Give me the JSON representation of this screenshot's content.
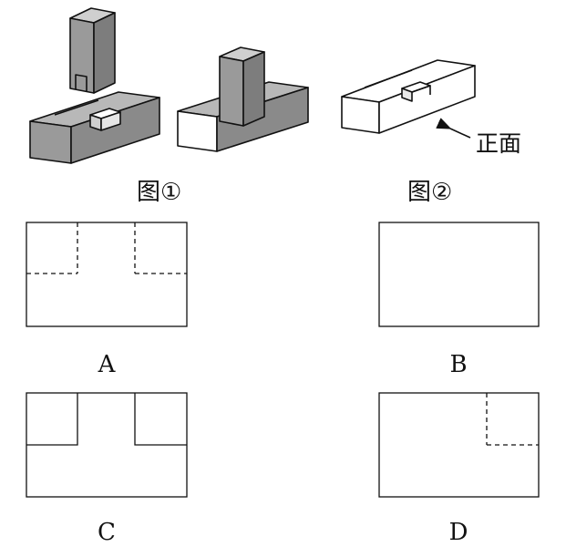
{
  "figure1": {
    "caption": "图①"
  },
  "figure2": {
    "caption": "图②",
    "front_label": "正面"
  },
  "options": [
    {
      "label": "A"
    },
    {
      "label": "B"
    },
    {
      "label": "C"
    },
    {
      "label": "D"
    }
  ],
  "colors": {
    "shade": "#9a9a9a",
    "shade_dark": "#7d7d7d",
    "line": "#111111",
    "paper": "#ffffff"
  }
}
